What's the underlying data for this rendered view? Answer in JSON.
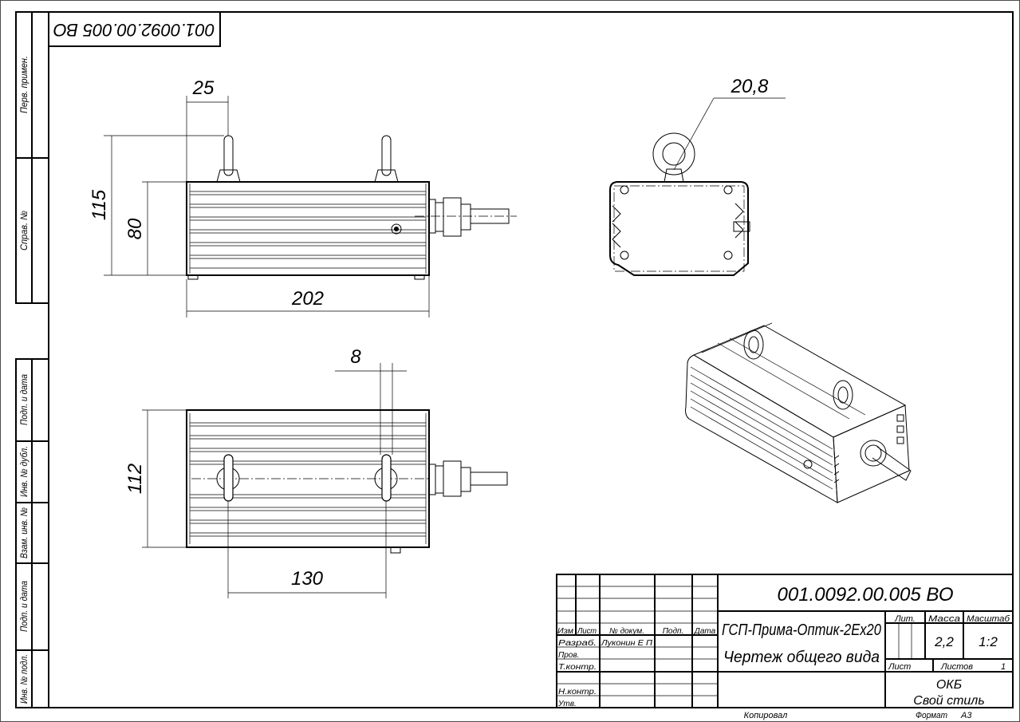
{
  "stamp_rotated": "001.0092.00.005 ВО",
  "side_strip": {
    "upper": [
      "Перв. примен.",
      "Справ. №"
    ],
    "lower": [
      "Подп. и дата",
      "Инв. № дубл.",
      "Взам. инв. №",
      "Подп. и дата",
      "Инв. № подл."
    ]
  },
  "dimensions": {
    "front": {
      "d25": "25",
      "d115": "115",
      "d80": "80",
      "d202": "202"
    },
    "side": {
      "d208": "20,8"
    },
    "top": {
      "d8": "8",
      "d112": "112",
      "d130": "130"
    }
  },
  "title_block": {
    "designation": "001.0092.00.005 ВО",
    "name_line1": "ГСП-Прима-Оптик-2Ех20",
    "name_line2": "Чертеж общего вида",
    "headers": {
      "izm": "Изм",
      "list": "Лист",
      "doc": "№ докум.",
      "sign": "Подп.",
      "date": "Дата"
    },
    "roles": [
      {
        "role": "Разраб.",
        "person": "Луконин Е П"
      },
      {
        "role": "Пров.",
        "person": ""
      },
      {
        "role": "Т.контр.",
        "person": ""
      },
      {
        "role": "",
        "person": ""
      },
      {
        "role": "Н.контр.",
        "person": ""
      },
      {
        "role": "Утв.",
        "person": ""
      }
    ],
    "lit_label": "Лит.",
    "mass_label": "Масса",
    "scale_label": "Масштаб",
    "mass": "2,2",
    "scale": "1:2",
    "sheet_label": "Лист",
    "sheets_label": "Листов",
    "sheets": "1",
    "org_line1": "ОКБ",
    "org_line2": "Свой стиль"
  },
  "footer": {
    "copied": "Копировал",
    "format_label": "Формат",
    "format": "А3"
  }
}
